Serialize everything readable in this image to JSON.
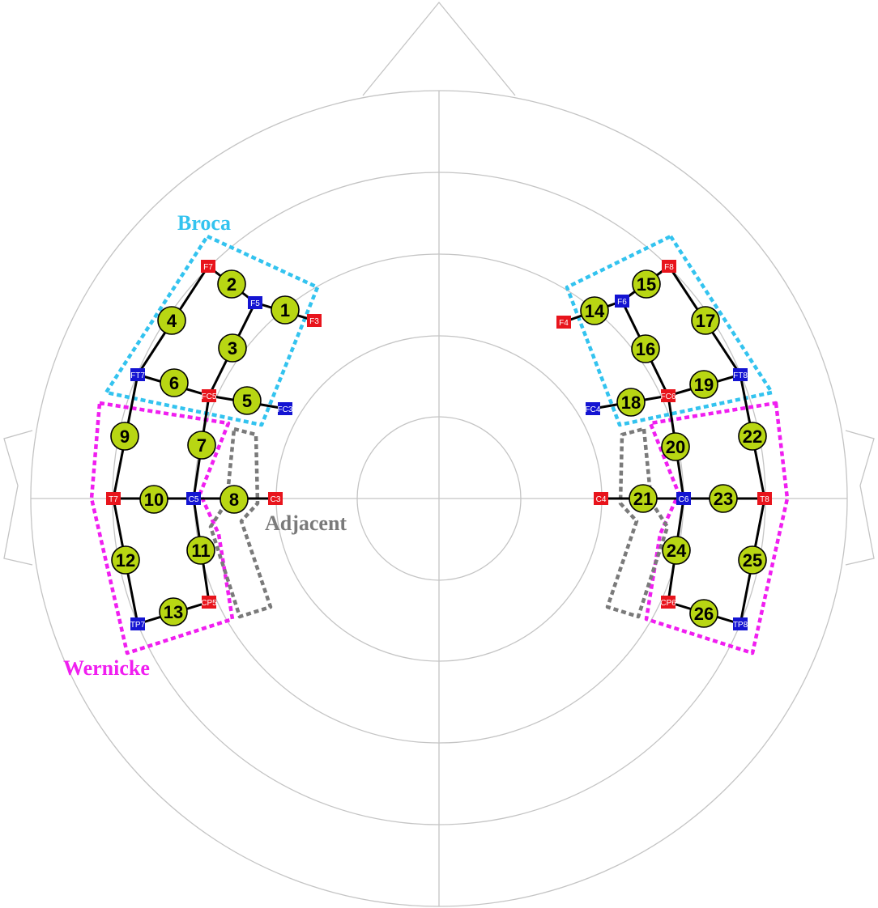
{
  "colors": {
    "source": "#e8141c",
    "detector": "#1414d2",
    "channel": "#b8d613",
    "broca": "#33c3ef",
    "wernicke": "#f01ef0",
    "adjacent": "#7a7a7a"
  },
  "regions": {
    "broca": {
      "label": "Broca"
    },
    "wernicke": {
      "label": "Wernicke"
    },
    "adjacent": {
      "label": "Adjacent"
    }
  },
  "optodes": [
    {
      "label": "F7",
      "type": "source"
    },
    {
      "label": "F5",
      "type": "detector"
    },
    {
      "label": "F3",
      "type": "source"
    },
    {
      "label": "FT7",
      "type": "detector"
    },
    {
      "label": "FC5",
      "type": "source"
    },
    {
      "label": "FC3",
      "type": "detector"
    },
    {
      "label": "T7",
      "type": "source"
    },
    {
      "label": "C5",
      "type": "detector"
    },
    {
      "label": "C3",
      "type": "source"
    },
    {
      "label": "TP7",
      "type": "detector"
    },
    {
      "label": "CP5",
      "type": "source"
    },
    {
      "label": "F8",
      "type": "source"
    },
    {
      "label": "F6",
      "type": "detector"
    },
    {
      "label": "F4",
      "type": "source"
    },
    {
      "label": "FT8",
      "type": "detector"
    },
    {
      "label": "FC6",
      "type": "source"
    },
    {
      "label": "FC4",
      "type": "detector"
    },
    {
      "label": "T8",
      "type": "source"
    },
    {
      "label": "C6",
      "type": "detector"
    },
    {
      "label": "C4",
      "type": "source"
    },
    {
      "label": "TP8",
      "type": "detector"
    },
    {
      "label": "CP6",
      "type": "source"
    }
  ],
  "channels": [
    {
      "number": "1",
      "from": "F5",
      "to": "F3"
    },
    {
      "number": "2",
      "from": "F7",
      "to": "F5"
    },
    {
      "number": "3",
      "from": "F5",
      "to": "FC5"
    },
    {
      "number": "4",
      "from": "F7",
      "to": "FT7"
    },
    {
      "number": "5",
      "from": "FC5",
      "to": "FC3"
    },
    {
      "number": "6",
      "from": "FT7",
      "to": "FC5"
    },
    {
      "number": "7",
      "from": "FC5",
      "to": "C5"
    },
    {
      "number": "8",
      "from": "C5",
      "to": "C3"
    },
    {
      "number": "9",
      "from": "FT7",
      "to": "T7"
    },
    {
      "number": "10",
      "from": "T7",
      "to": "C5"
    },
    {
      "number": "11",
      "from": "C5",
      "to": "CP5"
    },
    {
      "number": "12",
      "from": "T7",
      "to": "TP7"
    },
    {
      "number": "13",
      "from": "TP7",
      "to": "CP5"
    },
    {
      "number": "14",
      "from": "F4",
      "to": "F6"
    },
    {
      "number": "15",
      "from": "F6",
      "to": "F8"
    },
    {
      "number": "16",
      "from": "F6",
      "to": "FC6"
    },
    {
      "number": "17",
      "from": "F8",
      "to": "FT8"
    },
    {
      "number": "18",
      "from": "FC4",
      "to": "FC6"
    },
    {
      "number": "19",
      "from": "FC6",
      "to": "FT8"
    },
    {
      "number": "20",
      "from": "FC6",
      "to": "C6"
    },
    {
      "number": "21",
      "from": "C4",
      "to": "C6"
    },
    {
      "number": "22",
      "from": "FT8",
      "to": "T8"
    },
    {
      "number": "23",
      "from": "C6",
      "to": "T8"
    },
    {
      "number": "24",
      "from": "C6",
      "to": "CP6"
    },
    {
      "number": "25",
      "from": "T8",
      "to": "TP8"
    },
    {
      "number": "26",
      "from": "CP6",
      "to": "TP8"
    }
  ]
}
